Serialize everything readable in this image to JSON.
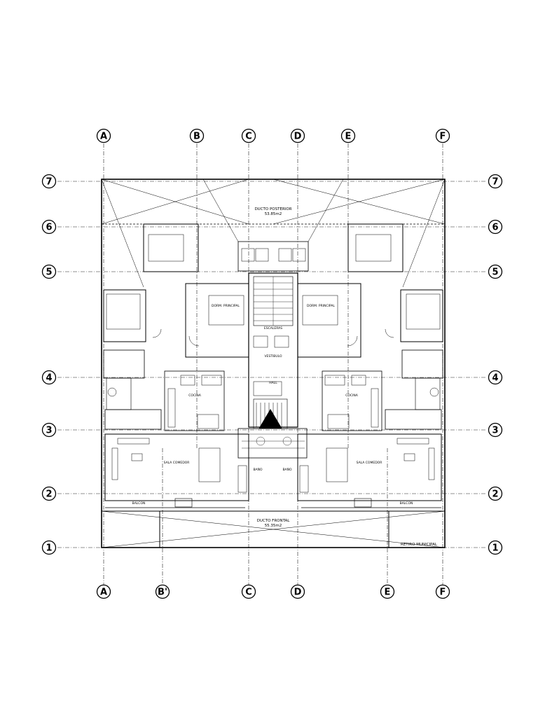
{
  "grid": {
    "columns_top": [
      "A",
      "B",
      "C",
      "D",
      "E",
      "F"
    ],
    "columns_bottom": [
      "A",
      "B'",
      "C",
      "D",
      "E",
      "F"
    ],
    "rows": [
      "7",
      "6",
      "5",
      "4",
      "3",
      "2",
      "1"
    ]
  },
  "labels": {
    "ducto_posterior": "DUCTO POSTERIOR",
    "ducto_posterior_area": "53.85m2",
    "ducto_frontal": "DUCTO FRONTAL",
    "ducto_frontal_area": "55.35m2",
    "retiro": "RETIRO MUNICIPAL",
    "escaleras": "ESCALERAS",
    "vestibulo": "VESTIBULO",
    "hall": "HALL",
    "dorm_principal_left": "DORM. PRINCIPAL",
    "dorm_principal_right": "DORM. PRINCIPAL",
    "sala_comedor_left": "SALA COMEDOR",
    "sala_comedor_right": "SALA COMEDOR",
    "cocina_left": "COCINA",
    "cocina_right": "COCINA",
    "balcon_left": "BALCON",
    "balcon_right": "BALCON",
    "bano_left": "BAÑO",
    "bano_right": "BAÑO"
  }
}
